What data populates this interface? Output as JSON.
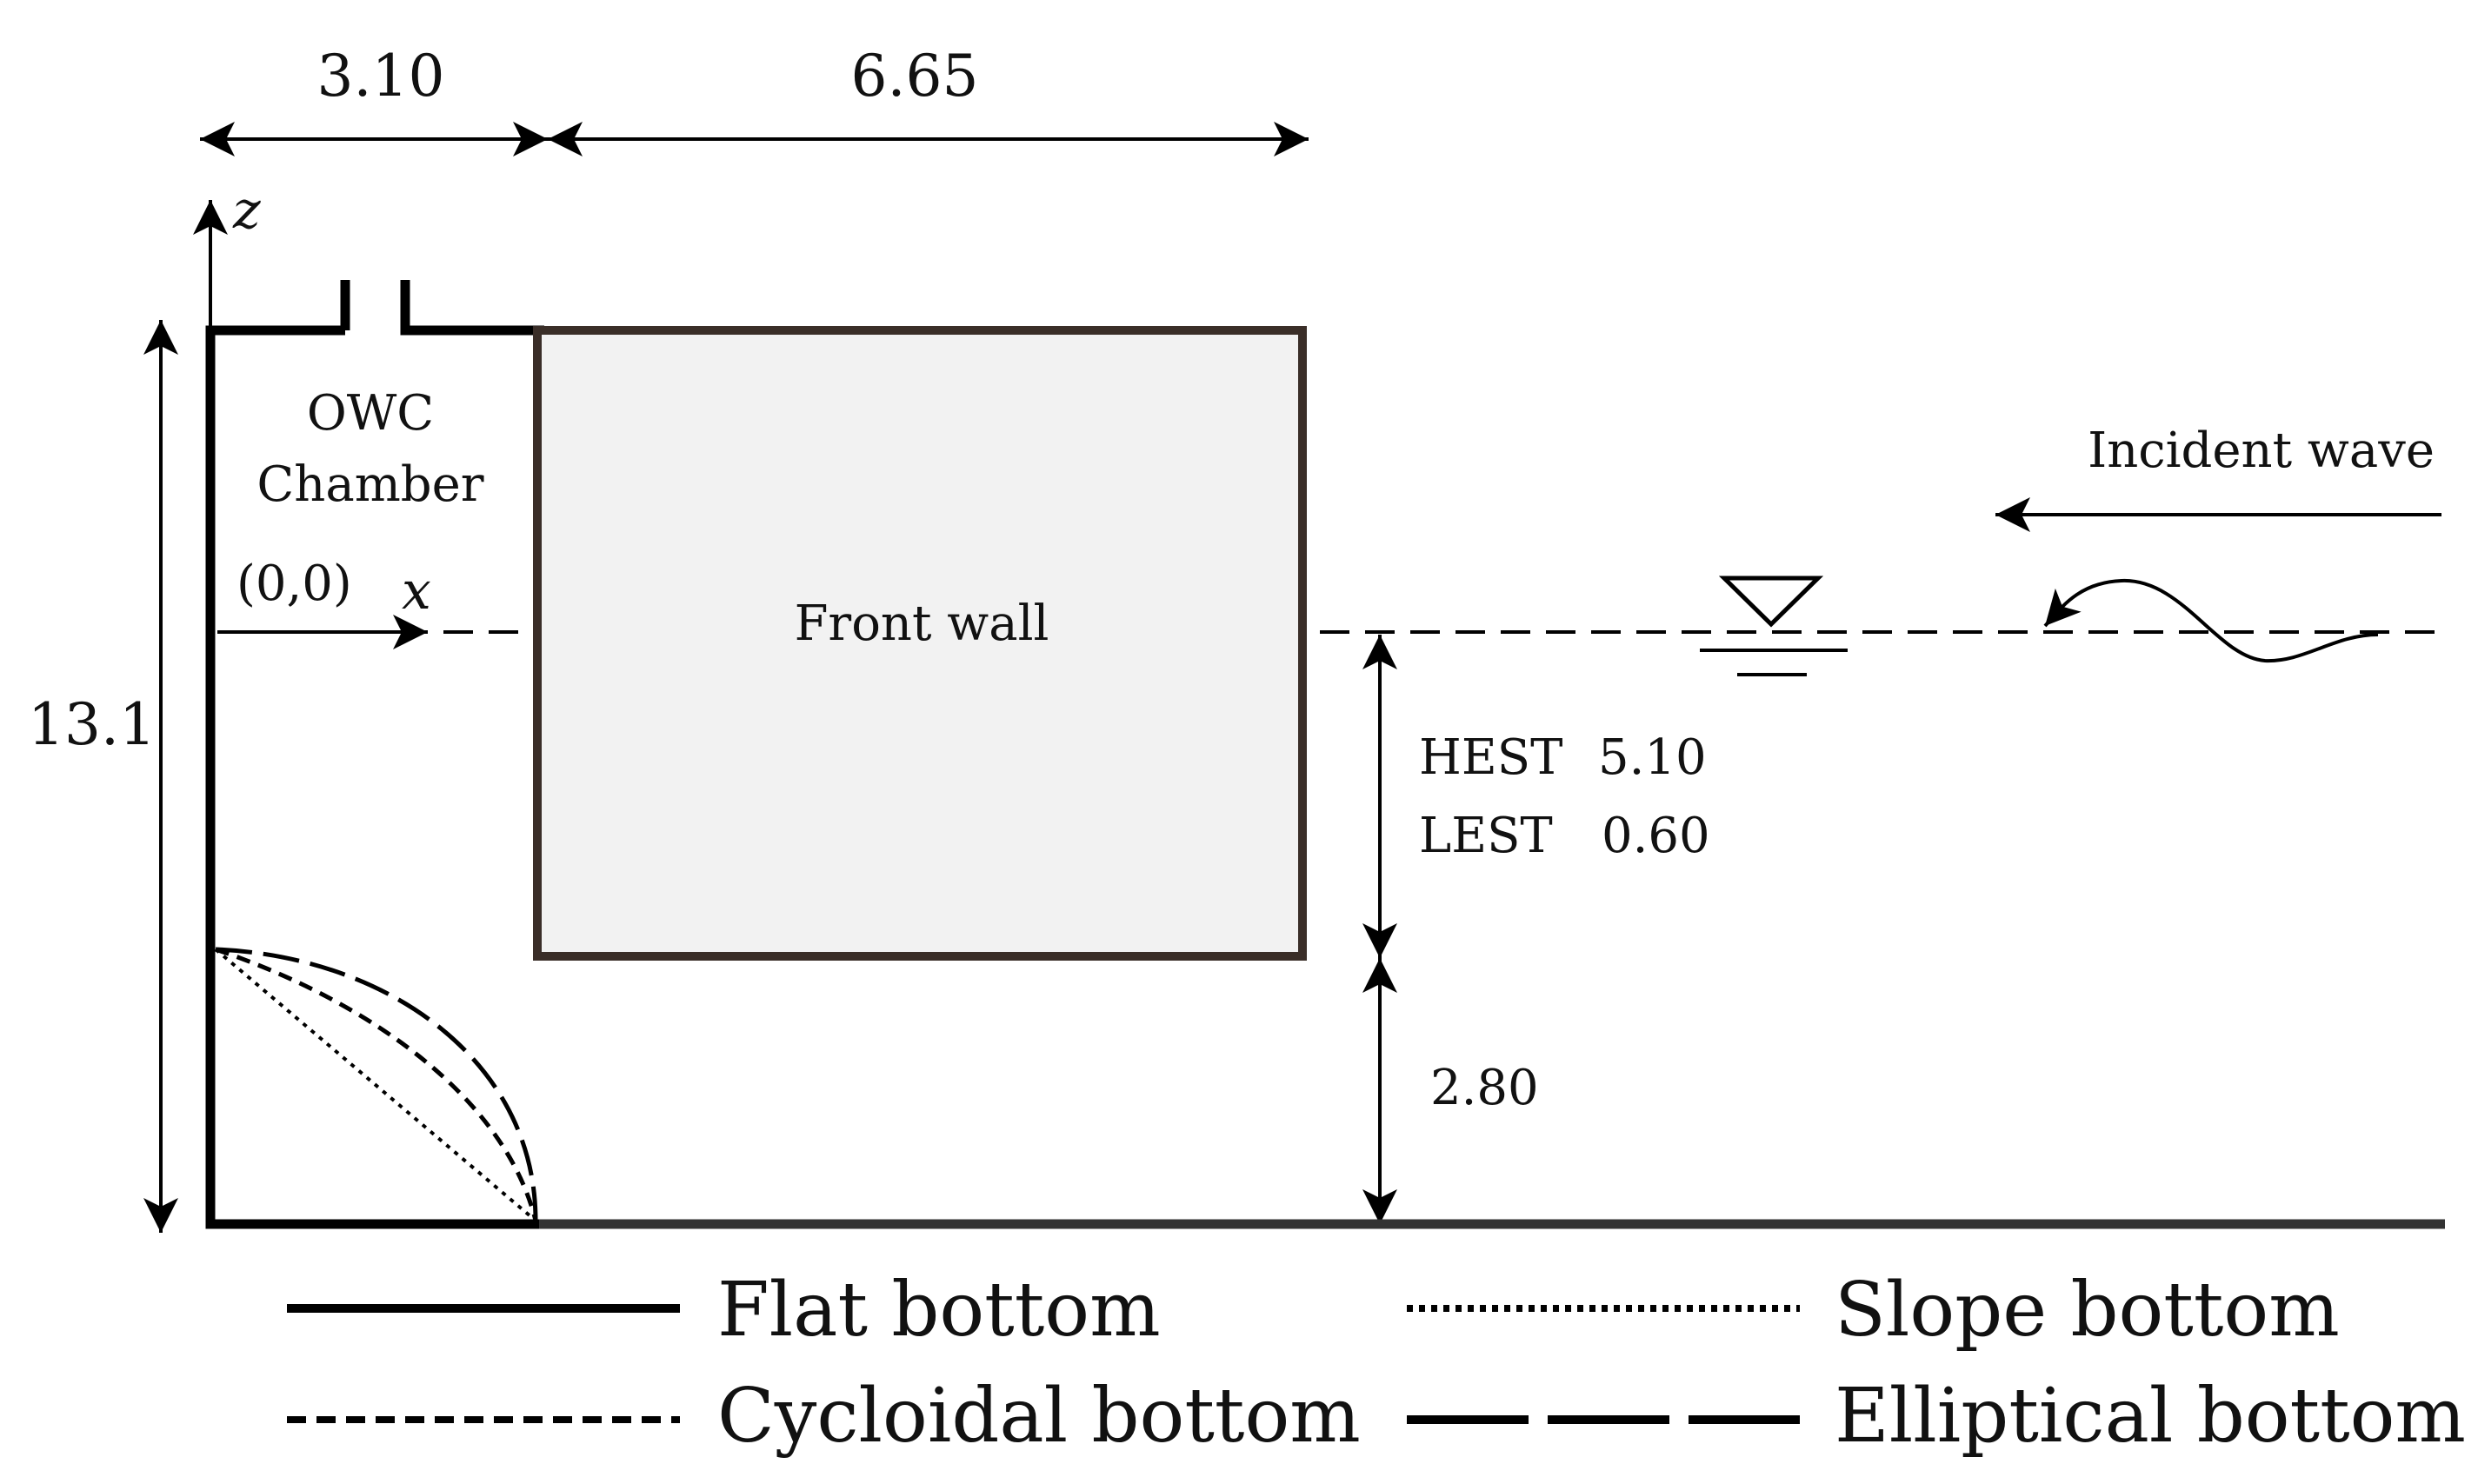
{
  "dimensions": {
    "chamber_width": "3.10",
    "front_wall_width": "6.65",
    "total_height": "13.1",
    "bottom_clearance": "2.80"
  },
  "labels": {
    "owc_line1": "OWC",
    "owc_line2": "Chamber",
    "origin": "(0,0)",
    "x_axis": "x",
    "z_axis": "z",
    "front_wall": "Front wall",
    "incident_wave": "Incident wave"
  },
  "water_levels": [
    {
      "name": "HEST",
      "value": "5.10"
    },
    {
      "name": "LEST",
      "value": "0.60"
    }
  ],
  "legend": [
    {
      "label": "Flat bottom",
      "style": "solid"
    },
    {
      "label": "Slope bottom",
      "style": "dotted"
    },
    {
      "label": "Cycloidal bottom",
      "style": "dashed"
    },
    {
      "label": "Elliptical bottom",
      "style": "long-dash"
    }
  ],
  "colors": {
    "line": "#000000",
    "front_wall_fill": "#f2f2f2",
    "front_wall_stroke": "#3a2e28",
    "seabed": "#333333"
  }
}
